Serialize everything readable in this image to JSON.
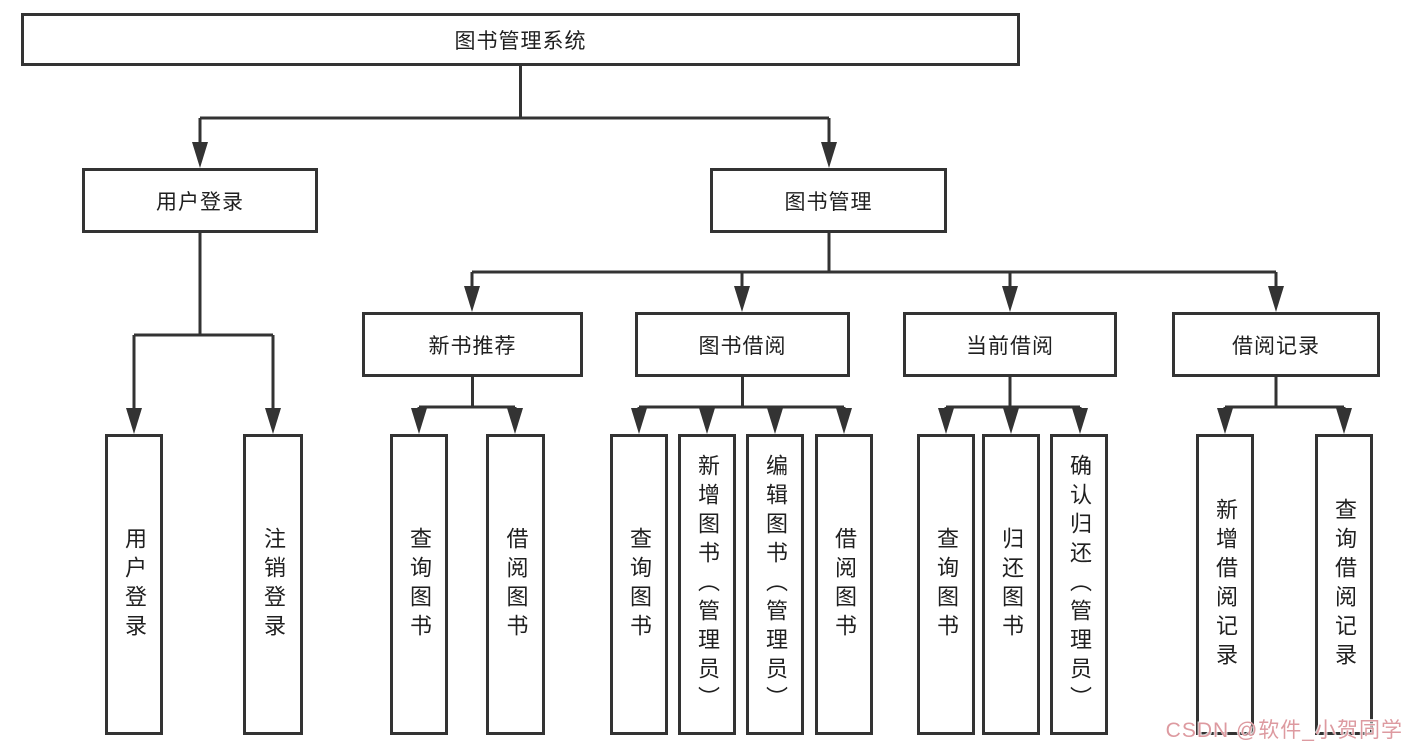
{
  "colors": {
    "line": "#333333",
    "text": "#1f1f1f",
    "box_bg": "#ffffff",
    "watermark": "#dd9aa0"
  },
  "watermark": "CSDN @软件_小贺同学",
  "tree": {
    "root": "图书管理系统",
    "user_login": {
      "label": "用户登录",
      "children": {
        "login": "用户登录",
        "logout": "注销登录"
      }
    },
    "book_mgmt": {
      "label": "图书管理",
      "children": {
        "new_book_rec": {
          "label": "新书推荐",
          "children": {
            "query_books": "查询图书",
            "borrow_books": "借阅图书"
          }
        },
        "book_borrow": {
          "label": "图书借阅",
          "children": {
            "query_books": "查询图书",
            "add_books": "新增图书（管理员）",
            "edit_books": "编辑图书（管理员）",
            "borrow_books": "借阅图书"
          }
        },
        "current_borrow": {
          "label": "当前借阅",
          "children": {
            "query_books": "查询图书",
            "return_books": "归还图书",
            "confirm_return": "确认归还（管理员）"
          }
        },
        "borrow_records": {
          "label": "借阅记录",
          "children": {
            "add_record": "新增借阅记录",
            "query_record": "查询借阅记录"
          }
        }
      }
    }
  }
}
